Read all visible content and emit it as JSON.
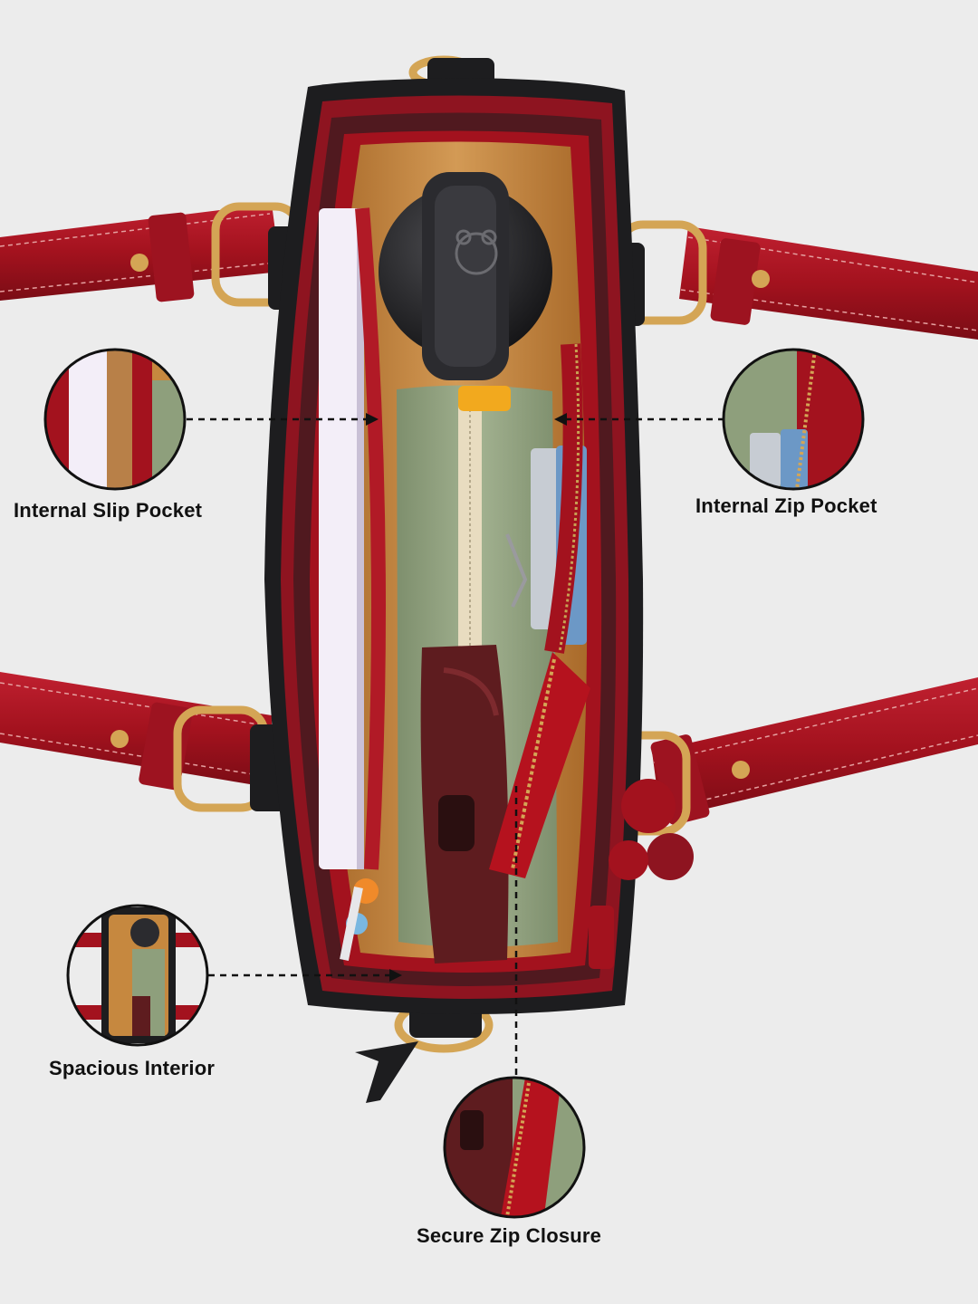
{
  "callouts": {
    "slip_pocket": "Internal Slip Pocket",
    "zip_pocket": "Internal Zip Pocket",
    "spacious_interior": "Spacious Interior",
    "secure_zip": "Secure Zip Closure"
  },
  "colors": {
    "background": "#ececec",
    "leather_red": "#a3121e",
    "trim_black": "#1d1d1f",
    "lining_tan": "#c6883f",
    "lining_green": "#8e9f7c",
    "hardware_gold": "#d4a555",
    "burgundy": "#5e1c1f"
  }
}
